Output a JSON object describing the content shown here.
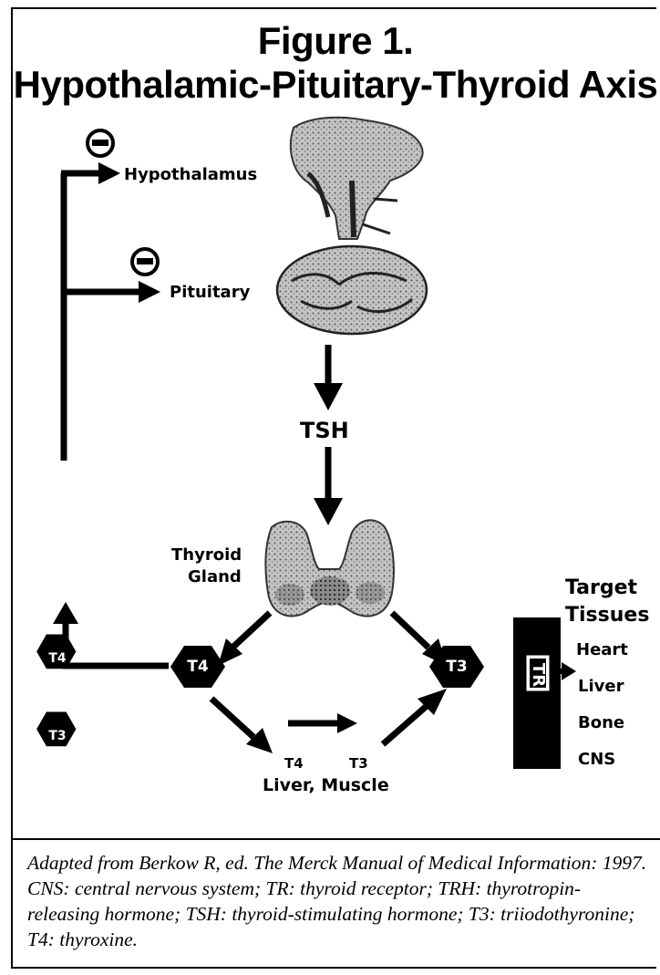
{
  "title": {
    "line1": "Figure 1.",
    "line2": "Hypothalamic-Pituitary-Thyroid Axis"
  },
  "nodes": {
    "hypothalamus": "Hypothalamus",
    "pituitary": "Pituitary",
    "tsh": "TSH",
    "thyroid_gland_line1": "Thyroid",
    "thyroid_gland_line2": "Gland",
    "conversion_from": "T4",
    "conversion_to": "T3",
    "liver_muscle": "Liver, Muscle"
  },
  "hormones": {
    "feedback_t4": "T4",
    "feedback_t3": "T3",
    "output_t4": "T4",
    "output_t3": "T3"
  },
  "feedback_symbol": "−",
  "receptor": "TR",
  "target_tissues": {
    "heading_line1": "Target",
    "heading_line2": "Tissues",
    "items": [
      "Heart",
      "Liver",
      "Bone",
      "CNS"
    ]
  },
  "caption": "Adapted from Berkow R, ed. The Merck Manual of Medical Information: 1997. CNS: central nervous system; TR: thyroid receptor; TRH: thyrotropin-releasing hormone; TSH: thyroid-stimulating hormone; T3: triiodothyronine; T4: thyroxine.",
  "colors": {
    "ink": "#000000",
    "background": "#ffffff",
    "gland_fill": "#b9b9b9"
  }
}
